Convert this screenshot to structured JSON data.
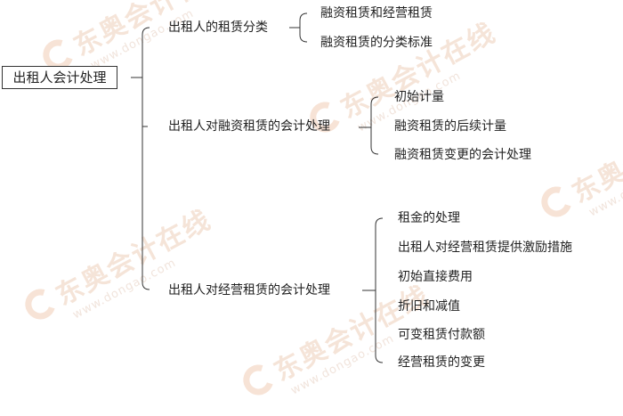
{
  "root": {
    "label": "出租人会计处理"
  },
  "branches": [
    {
      "label": "出租人的租赁分类",
      "children": [
        "融资租赁和经营租赁",
        "融资租赁的分类标准"
      ]
    },
    {
      "label": "出租人对融资租赁的会计处理",
      "children": [
        "初始计量",
        "融资租赁的后续计量",
        "融资租赁变更的会计处理"
      ]
    },
    {
      "label": "出租人对经营租赁的会计处理",
      "children": [
        "租金的处理",
        "出租人对经营租赁提供激励措施",
        "初始直接费用",
        "折旧和减值",
        "可变租赁付款额",
        "经营租赁的变更"
      ]
    }
  ],
  "watermark": {
    "brand": "东奥会计在线",
    "url": "www.dongao.com"
  },
  "colors": {
    "line": "#333333",
    "text": "#222222",
    "watermark": "#f5e4d8"
  }
}
